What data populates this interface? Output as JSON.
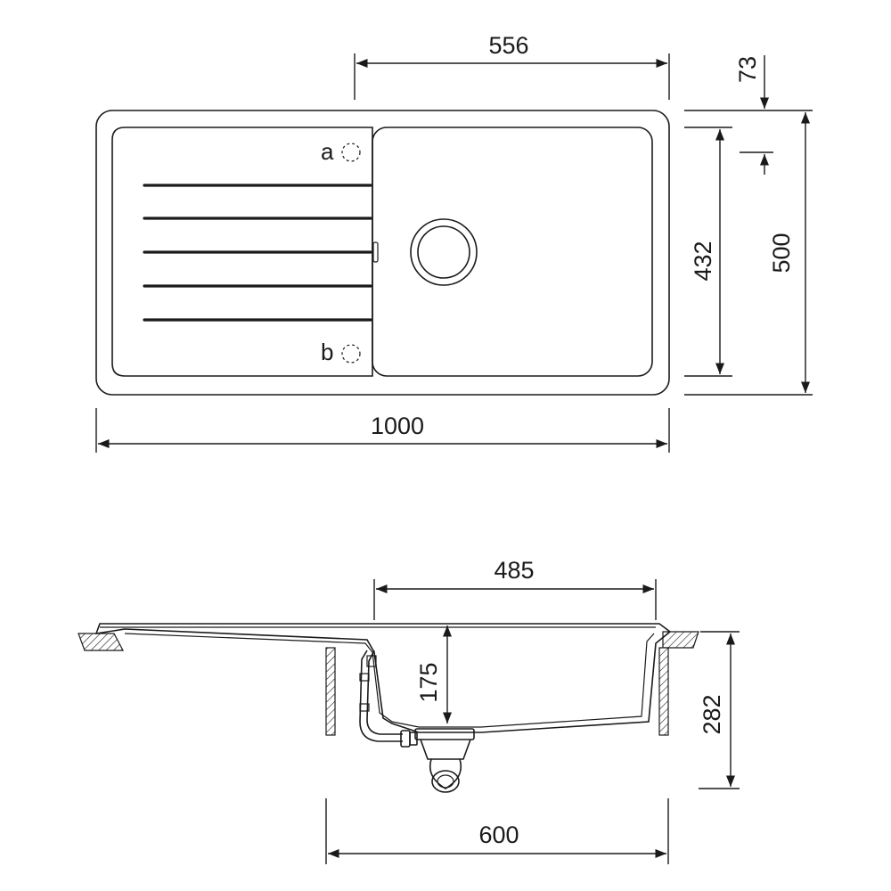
{
  "top_view": {
    "dimensions": {
      "bowl_width": "556",
      "rim_offset": "73",
      "bowl_depth": "432",
      "overall_depth": "500",
      "overall_width": "1000"
    },
    "labels": {
      "tap_hole_a": "a",
      "tap_hole_b": "b"
    }
  },
  "side_view": {
    "dimensions": {
      "inner_width": "485",
      "bowl_height": "175",
      "total_height": "282",
      "cabinet_width": "600"
    }
  },
  "colors": {
    "line": "#1a1a1a",
    "background": "#ffffff"
  }
}
